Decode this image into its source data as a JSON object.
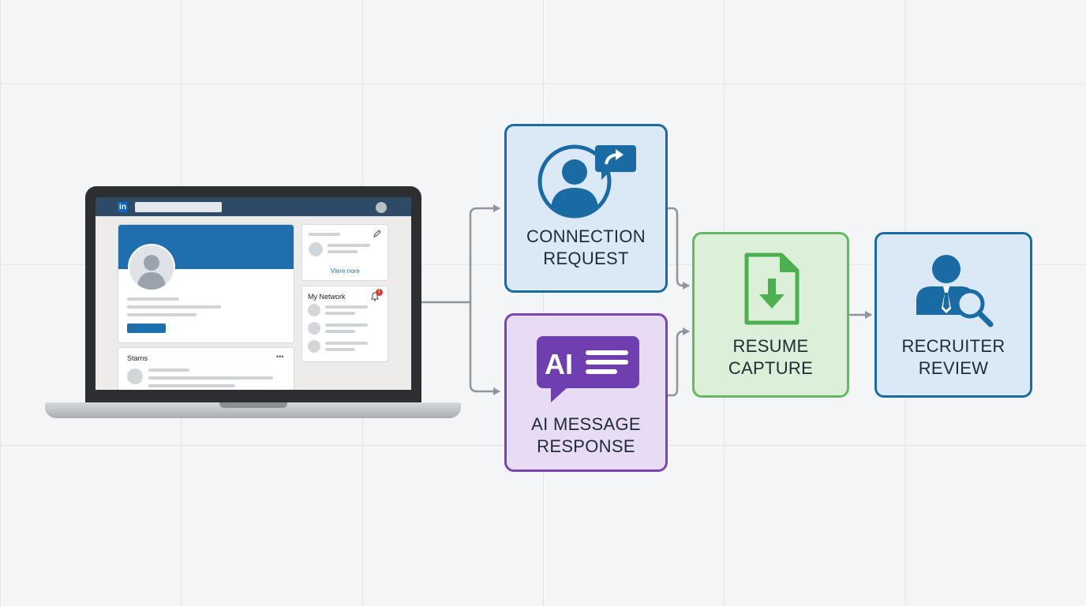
{
  "colors": {
    "linkedin_blue": "#0a66c2",
    "connection_border": "#1a6aa3",
    "ai_purple": "#6f3fb0",
    "resume_green": "#4caf50",
    "recruiter_border": "#1a6aa3",
    "arrow_gray": "#8e959c"
  },
  "laptop": {
    "logo": "in",
    "widget_link": "Viere nore",
    "network_title": "My Network",
    "network_badge": "1",
    "feed_title": "Starns",
    "feed_menu": "•••"
  },
  "flow": {
    "connection": {
      "label": "CONNECTION\nREQUEST",
      "icon": "user-share-icon"
    },
    "ai_message": {
      "label": "AI MESSAGE\nRESPONSE",
      "icon_text": "AI",
      "icon": "chat-bubble-icon"
    },
    "resume": {
      "label": "RESUME\nCAPTURE",
      "icon": "document-download-icon"
    },
    "recruiter": {
      "label": "RECRUITER\nREVIEW",
      "icon": "recruiter-search-icon"
    }
  }
}
